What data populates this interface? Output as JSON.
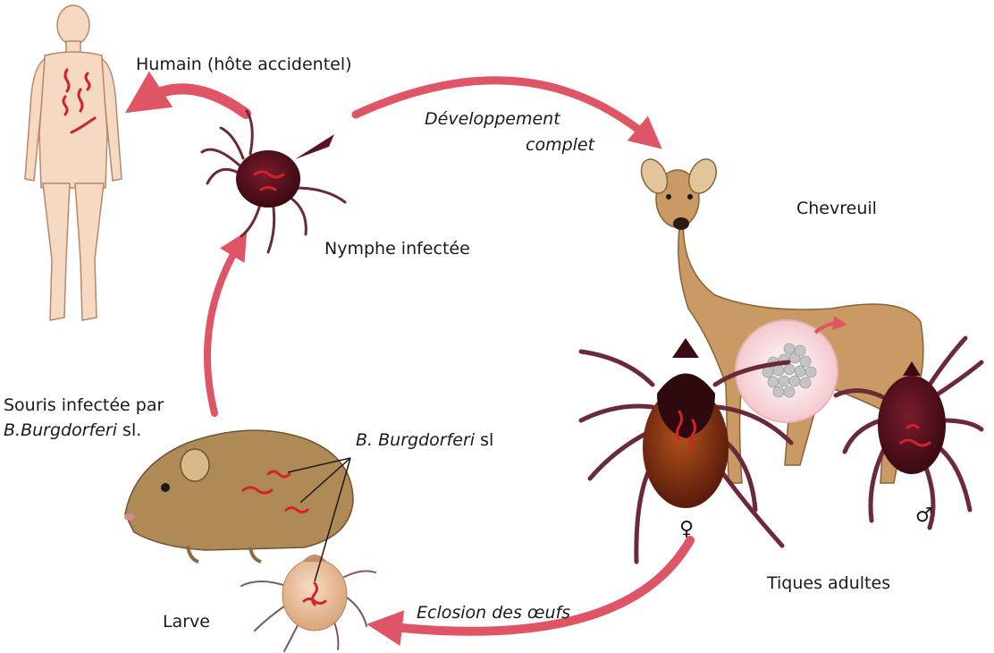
{
  "labels": {
    "human": "Humain (hôte accidentel)",
    "development_line1": "Développement",
    "development_line2": "complet",
    "deer": "Chevreuil",
    "nymph": "Nymphe infectée",
    "mouse_line1": "Souris infectée par",
    "mouse_line2_italic": "B.Burgdorferi",
    "mouse_line2_rest": " sl.",
    "bacteria_italic": "B. Burgdorferi",
    "bacteria_rest": " sl",
    "adult_ticks": "Tiques adultes",
    "hatching": "Eclosion des œufs",
    "larva": "Larve",
    "female_symbol": "♀",
    "male_symbol": "♂"
  },
  "colors": {
    "arrow": "#e05566",
    "tick_body": "#5a1420",
    "tick_legs": "#6b2a3a",
    "spirochete": "#d2232a",
    "deer": "#c99a63",
    "mouse": "#b08a56",
    "skin": "#f6d9c2",
    "larva": "#e9c1a0",
    "egg_bubble": "#f7dde0",
    "eggs": "#c4c4c4"
  }
}
